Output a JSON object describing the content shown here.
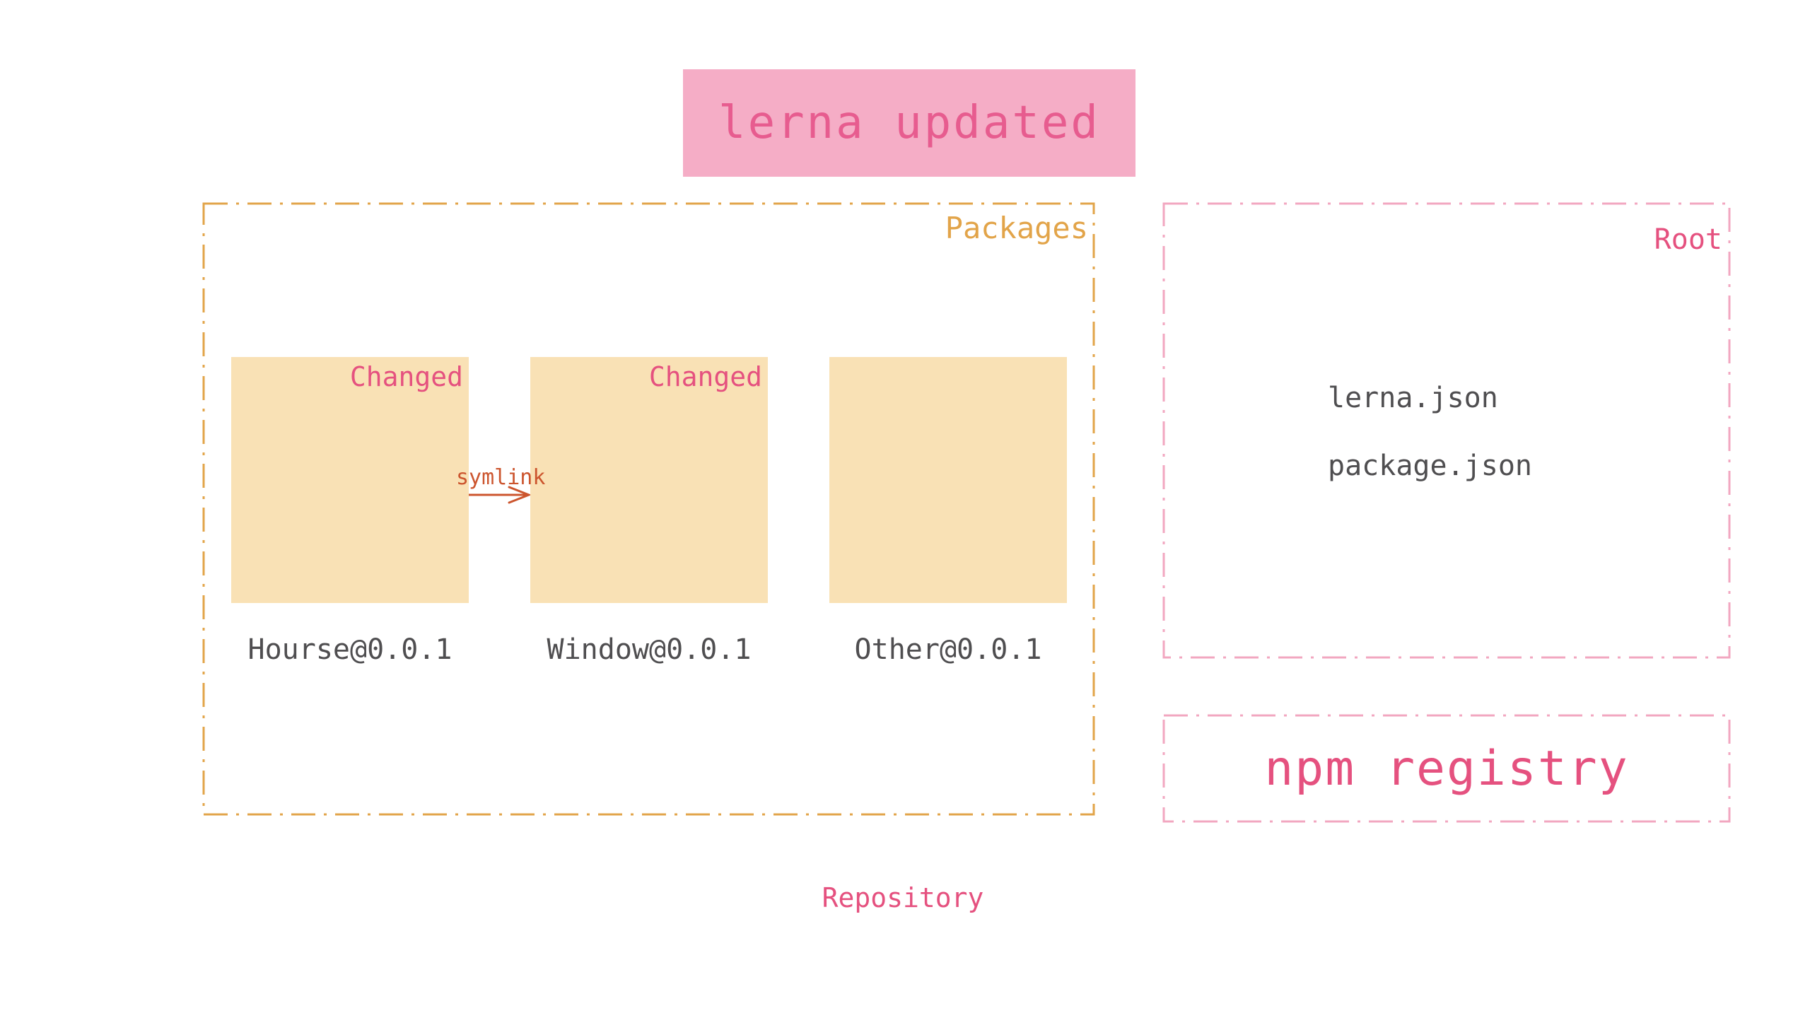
{
  "banner": {
    "label": "lerna updated"
  },
  "packages": {
    "label": "Packages",
    "symlink_label": "symlink",
    "items": [
      {
        "name": "Hourse@0.0.1",
        "badge": "Changed"
      },
      {
        "name": "Window@0.0.1",
        "badge": "Changed"
      },
      {
        "name": "Other@0.0.1",
        "badge": ""
      }
    ]
  },
  "root": {
    "label": "Root",
    "files": [
      "lerna.json",
      "package.json"
    ]
  },
  "npm": {
    "label": "npm registry"
  },
  "repository": {
    "label": "Repository"
  },
  "colors": {
    "page_bg": "#ffffff",
    "banner_bg": "#F5ADC6",
    "banner_text": "#E75C8F",
    "pink_accent": "#E5517F",
    "pink_border": "#F2A7C0",
    "orange_accent": "#E2A449",
    "box_fill": "#F9E1B5",
    "symlink_color": "#CC552E",
    "text_dark": "#4F4E50"
  }
}
